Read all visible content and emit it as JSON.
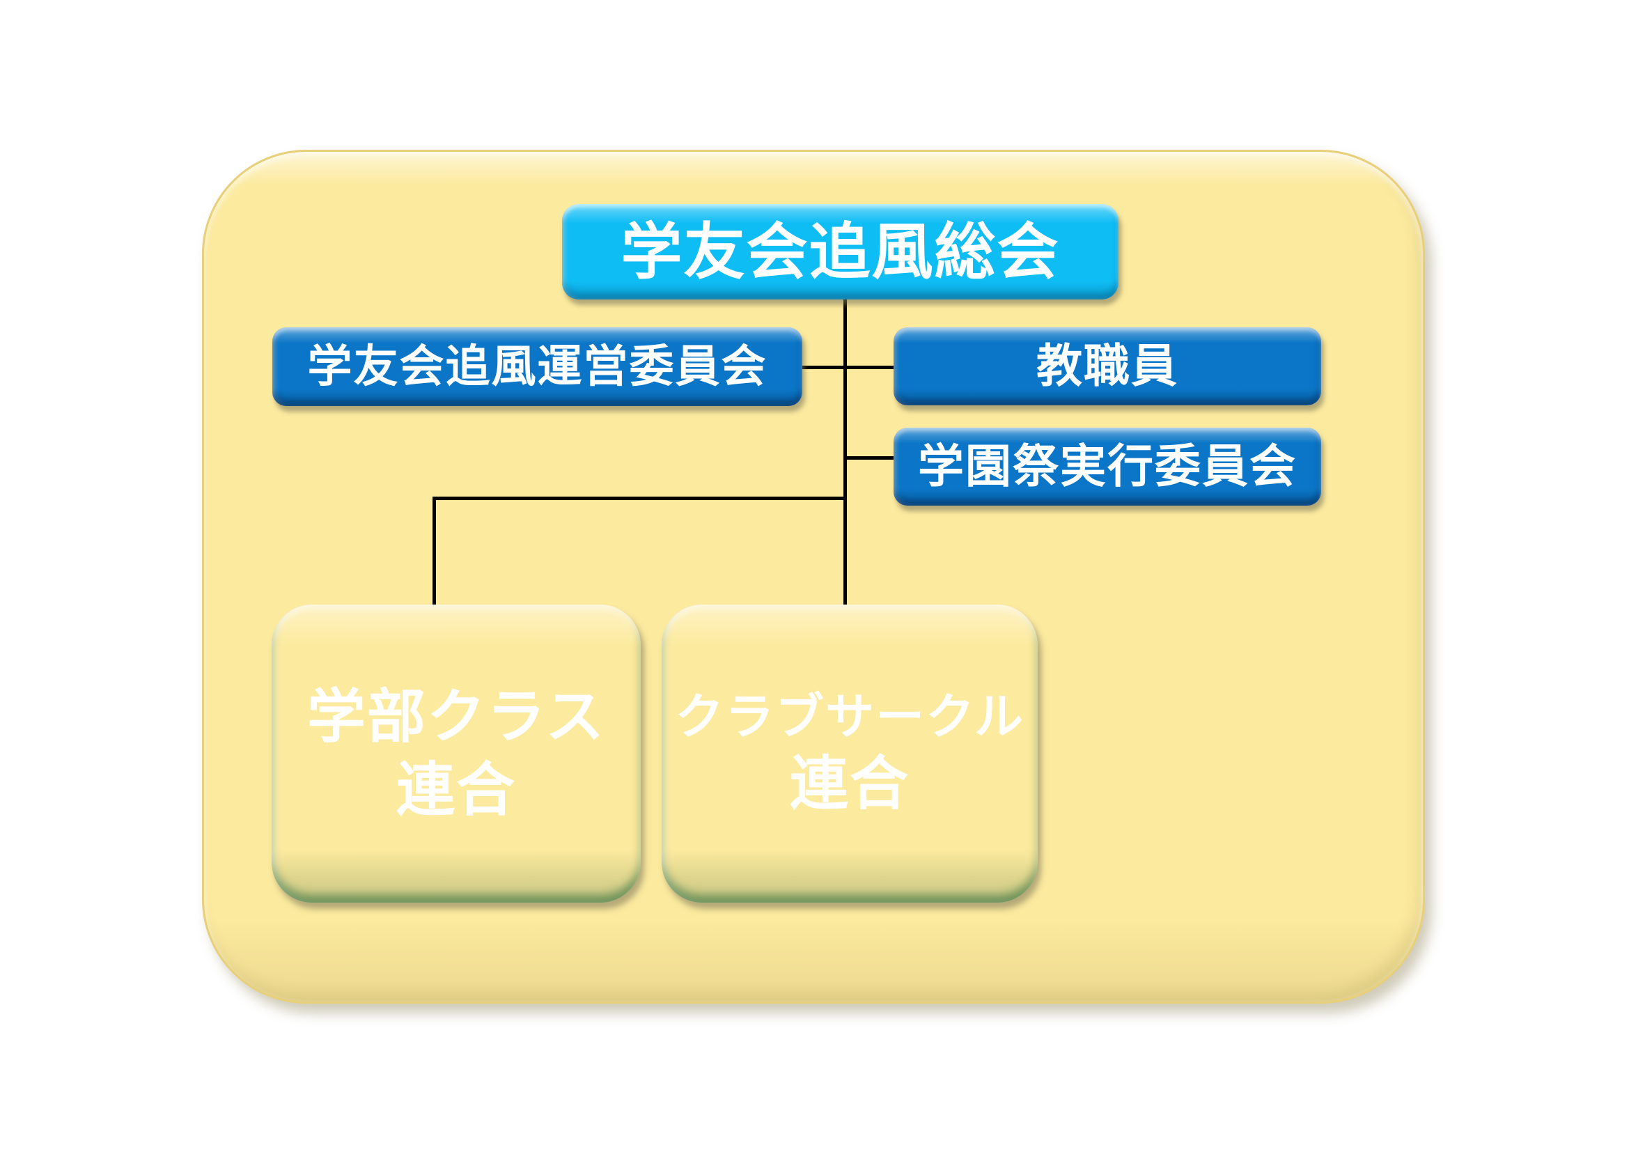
{
  "diagram": {
    "type": "org-chart",
    "nodes": {
      "general_assembly": {
        "label": "学友会追風総会"
      },
      "steering_committee": {
        "label": "学友会追風運営委員会"
      },
      "faculty_staff": {
        "label": "教職員"
      },
      "festival_committee": {
        "label": "学園祭実行委員会"
      },
      "faculty_class_union": {
        "line1": "学部クラス",
        "line2": "連合"
      },
      "club_circle_union": {
        "line1": "クラブサークル",
        "line2": "連合"
      }
    },
    "edges": [
      {
        "from": "general_assembly",
        "to": "steering_committee"
      },
      {
        "from": "general_assembly",
        "to": "faculty_staff"
      },
      {
        "from": "general_assembly",
        "to": "festival_committee"
      },
      {
        "from": "general_assembly",
        "to": "faculty_class_union"
      },
      {
        "from": "general_assembly",
        "to": "club_circle_union"
      }
    ],
    "colors": {
      "panel_fill": "#FCEA9E",
      "panel_border": "#E8CF79",
      "top_node_fill": "#0FBDF5",
      "blue_node_fill": "#0B76C7",
      "green_node_fill": "#0EB954",
      "connector": "#000000",
      "node_text": "#FFFFFF"
    }
  }
}
